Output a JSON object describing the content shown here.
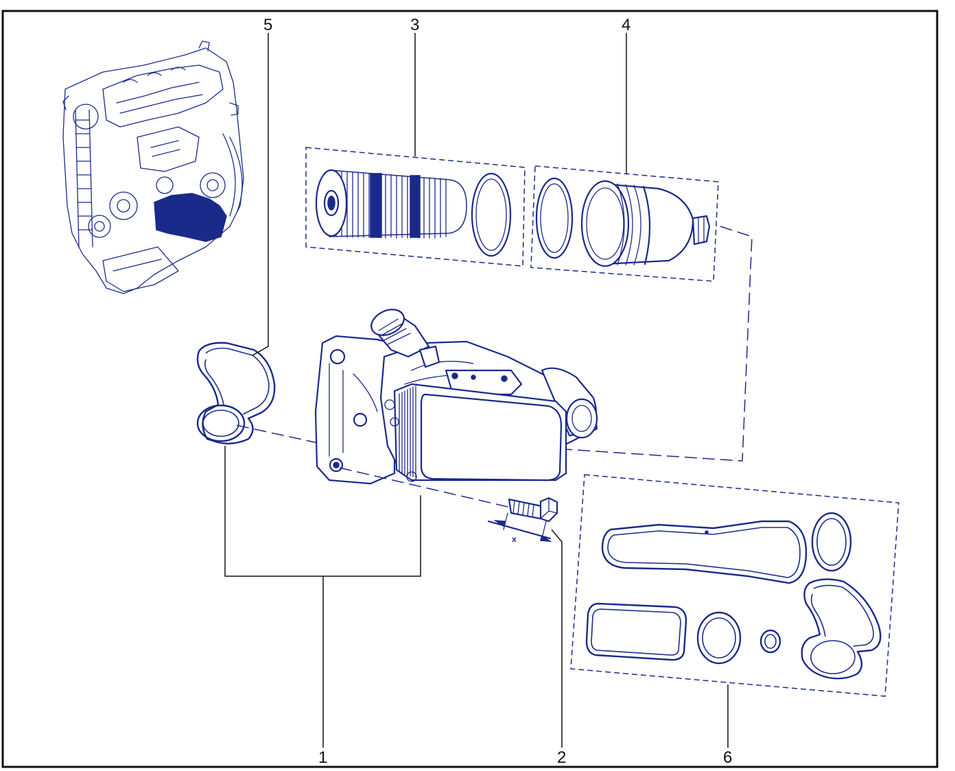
{
  "callouts": [
    {
      "id": "1",
      "label": "1"
    },
    {
      "id": "2",
      "label": "2"
    },
    {
      "id": "3",
      "label": "3"
    },
    {
      "id": "4",
      "label": "4"
    },
    {
      "id": "5",
      "label": "5"
    },
    {
      "id": "6",
      "label": "6"
    }
  ],
  "dimension_label": "x",
  "colors": {
    "ink": "#1a2a8a",
    "leader": "#111111",
    "background": "#ffffff"
  }
}
